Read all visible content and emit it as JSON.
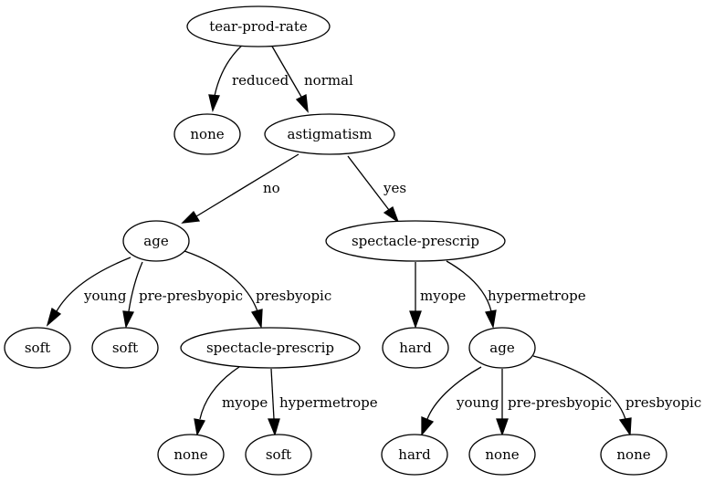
{
  "nodes": {
    "root": "tear-prod-rate",
    "none_reduced": "none",
    "astigmatism": "astigmatism",
    "age_no": "age",
    "spectacle_yes": "spectacle-prescrip",
    "soft_young": "soft",
    "soft_prepresbyopic": "soft",
    "spectacle_presbyopic": "spectacle-prescrip",
    "hard_myope": "hard",
    "age_hypermetrope": "age",
    "none_myope": "none",
    "soft_hypermetrope": "soft",
    "hard_young": "hard",
    "none_prepresbyopic": "none",
    "none_presbyopic": "none"
  },
  "edges": {
    "reduced": "reduced",
    "normal": "normal",
    "no": "no",
    "yes": "yes",
    "young_1": "young",
    "pre_presbyopic_1": "pre-presbyopic",
    "presbyopic_1": "presbyopic",
    "myope_1": "myope",
    "hypermetrope_1": "hypermetrope",
    "myope_2": "myope",
    "hypermetrope_2": "hypermetrope",
    "young_2": "young",
    "pre_presbyopic_2": "pre-presbyopic",
    "presbyopic_2": "presbyopic"
  }
}
